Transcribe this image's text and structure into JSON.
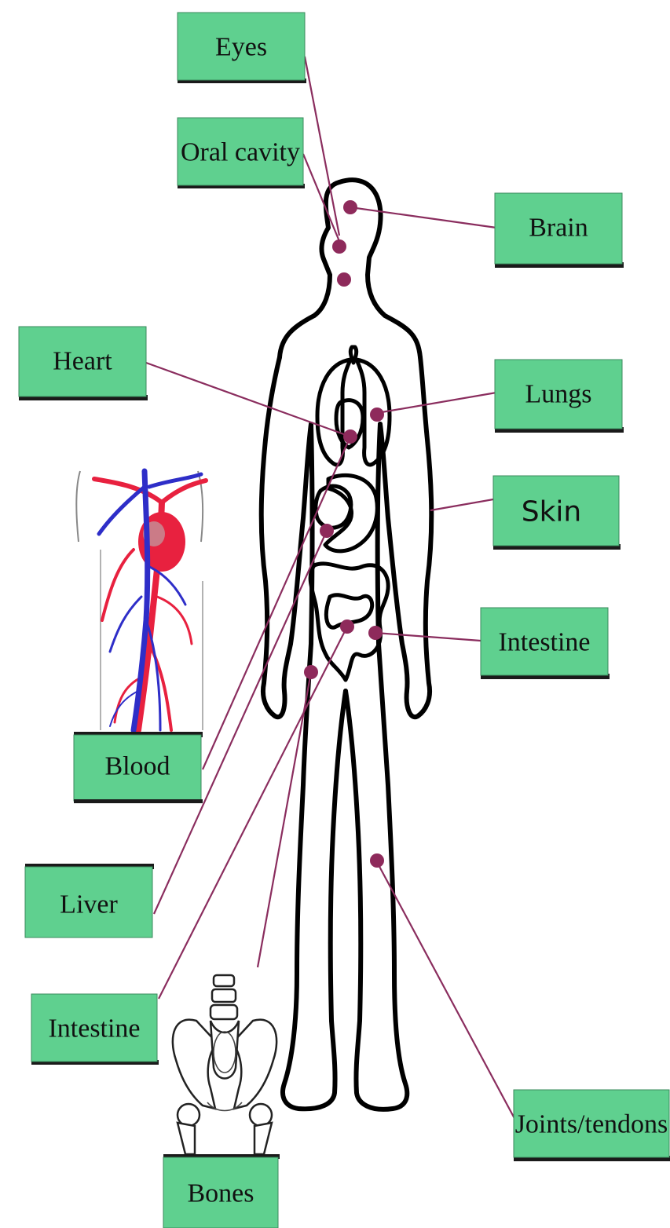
{
  "labels": {
    "eyes": "Eyes",
    "oral_cavity": "Oral cavity",
    "brain": "Brain",
    "heart": "Heart",
    "lungs": "Lungs",
    "skin": "Skin",
    "intestine_right": "Intestine",
    "blood": "Blood",
    "liver": "Liver",
    "intestine_left": "Intestine",
    "joints_tendons": "Joints/tendons",
    "bones": "Bones"
  },
  "colors": {
    "label_fill": "#5fd08f",
    "leader_line": "#8a2d5e",
    "marker_dot": "#8e2a5b",
    "artery": "#e8213f",
    "vein": "#2e2ec8"
  },
  "icons": {
    "body": "human-body-outline-icon",
    "circulation": "circulatory-system-icon",
    "pelvis": "pelvis-bone-icon"
  }
}
